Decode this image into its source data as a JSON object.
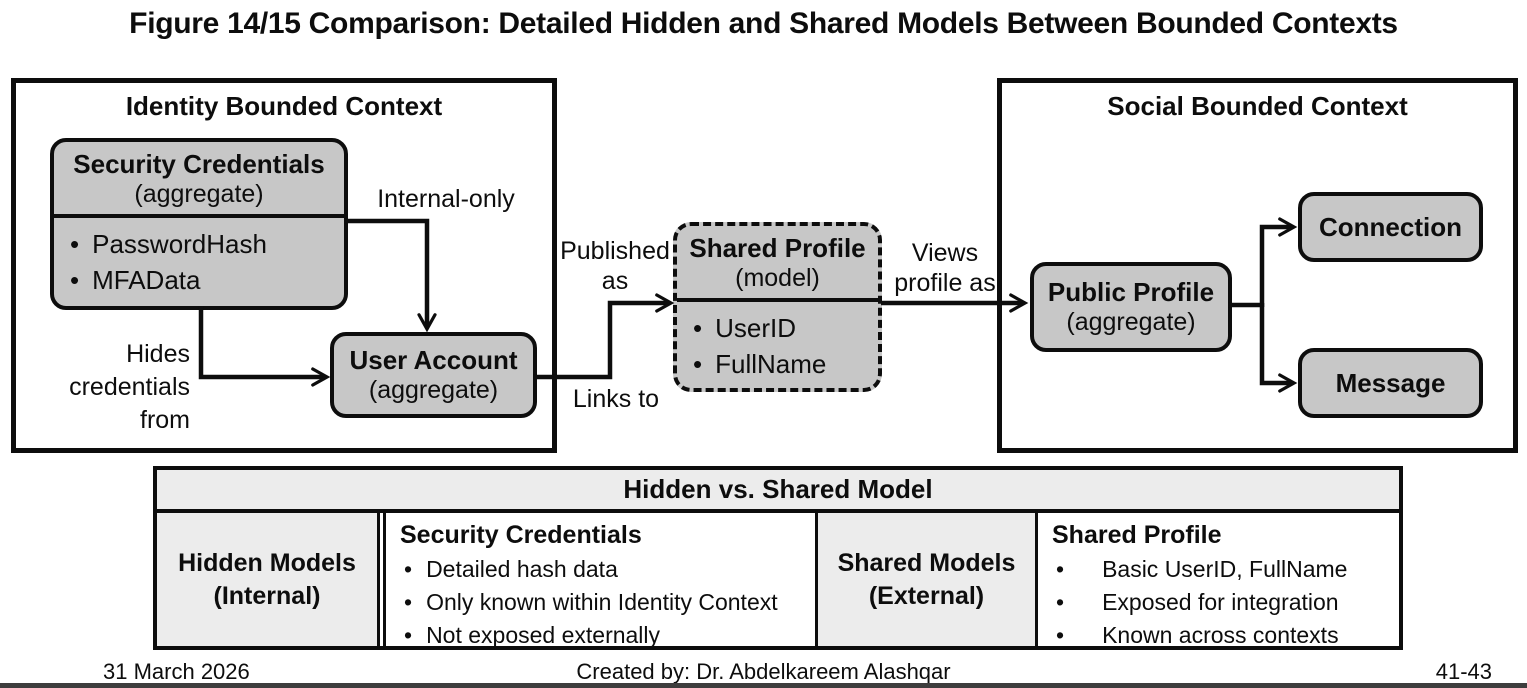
{
  "title": "Figure 14/15 Comparison: Detailed Hidden and Shared Models Between Bounded Contexts",
  "colors": {
    "node_fill": "#c7c7c7",
    "table_shade_fill": "#ececec",
    "line": "#0d0d0d"
  },
  "identity_context": {
    "title": "Identity Bounded Context",
    "security_credentials": {
      "name": "Security Credentials",
      "stereotype": "(aggregate)",
      "attributes": [
        "PasswordHash",
        "MFAData"
      ]
    },
    "user_account": {
      "name": "User Account",
      "stereotype": "(aggregate)"
    },
    "internal_only_label": "Internal-only",
    "hides_label": "Hides\ncredentials\nfrom"
  },
  "shared_profile": {
    "name": "Shared Profile",
    "stereotype": "(model)",
    "attributes": [
      "UserID",
      "FullName"
    ]
  },
  "edge_labels": {
    "published_as": "Published\nas",
    "links_to": "Links to",
    "views_profile_as": "Views\nprofile as"
  },
  "social_context": {
    "title": "Social Bounded Context",
    "public_profile": {
      "name": "Public Profile",
      "stereotype": "(aggregate)"
    },
    "connection_label": "Connection",
    "message_label": "Message"
  },
  "table": {
    "title": "Hidden vs. Shared Model",
    "hidden_models_label": "Hidden Models\n(Internal)",
    "hidden_detail": {
      "heading": "Security Credentials",
      "bullets": [
        "Detailed hash data",
        "Only known within Identity Context",
        "Not exposed externally"
      ]
    },
    "shared_models_label": "Shared Models\n(External)",
    "shared_detail": {
      "heading": "Shared Profile",
      "bullets": [
        "Basic UserID, FullName",
        "Exposed for integration",
        "Known across contexts"
      ]
    }
  },
  "footer": {
    "date": "31 March 2026",
    "credit": "Created by: Dr. Abdelkareem Alashqar",
    "page": "41-43"
  }
}
